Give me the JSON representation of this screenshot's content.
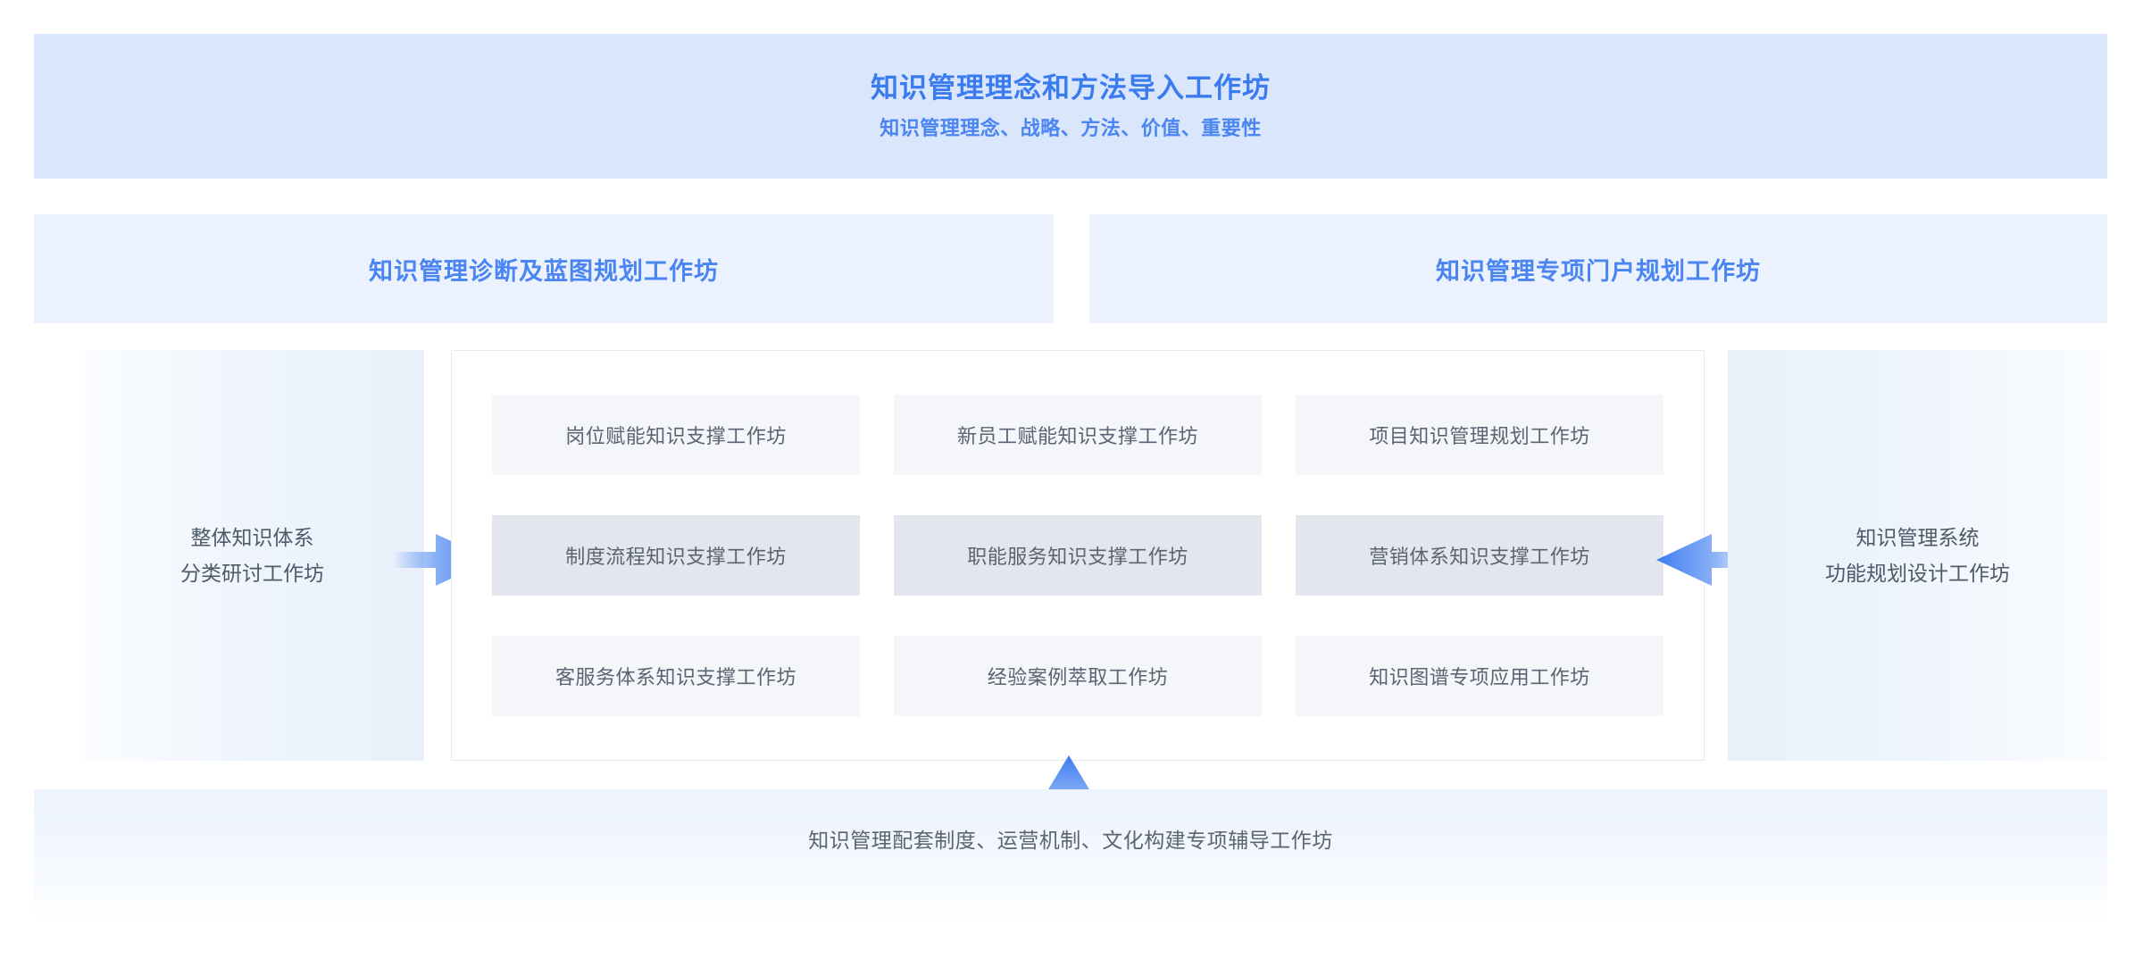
{
  "header": {
    "title": "知识管理理念和方法导入工作坊",
    "subtitle": "知识管理理念、战略、方法、价值、重要性",
    "background_color": "#d9e6fb",
    "title_color": "#3b7bf0"
  },
  "programs": [
    {
      "label": "知识管理诊断及蓝图规划工作坊",
      "background_color": "#ebf2fd",
      "label_color": "#4a85f2"
    },
    {
      "label": "知识管理专项门户规划工作坊",
      "background_color": "#ebf2fd",
      "label_color": "#4a85f2"
    }
  ],
  "side_panels": {
    "left": {
      "text": "整体知识体系\n分类研讨工作坊"
    },
    "right": {
      "text": "知识管理系统\n功能规划设计工作坊"
    }
  },
  "arrows": {
    "left_to_center": "arrow-right-icon",
    "right_to_center": "arrow-left-icon",
    "bottom_to_center": "arrow-up-icon",
    "color": "#4a85f2"
  },
  "center_grid": {
    "card_background": "#f4f6f9",
    "card_background_emphasis": "#e3e6ec",
    "card_text_color": "#5a6472",
    "cards": [
      {
        "label": "岗位赋能知识支撑工作坊",
        "emphasis": false
      },
      {
        "label": "新员工赋能知识支撑工作坊",
        "emphasis": false
      },
      {
        "label": "项目知识管理规划工作坊",
        "emphasis": false
      },
      {
        "label": "制度流程知识支撑工作坊",
        "emphasis": true
      },
      {
        "label": "职能服务知识支撑工作坊",
        "emphasis": true
      },
      {
        "label": "营销体系知识支撑工作坊",
        "emphasis": true
      },
      {
        "label": "客服务体系知识支撑工作坊",
        "emphasis": false
      },
      {
        "label": "经验案例萃取工作坊",
        "emphasis": false
      },
      {
        "label": "知识图谱专项应用工作坊",
        "emphasis": false
      }
    ]
  },
  "bottom_bar": {
    "label": "知识管理配套制度、运营机制、文化构建专项辅导工作坊"
  }
}
